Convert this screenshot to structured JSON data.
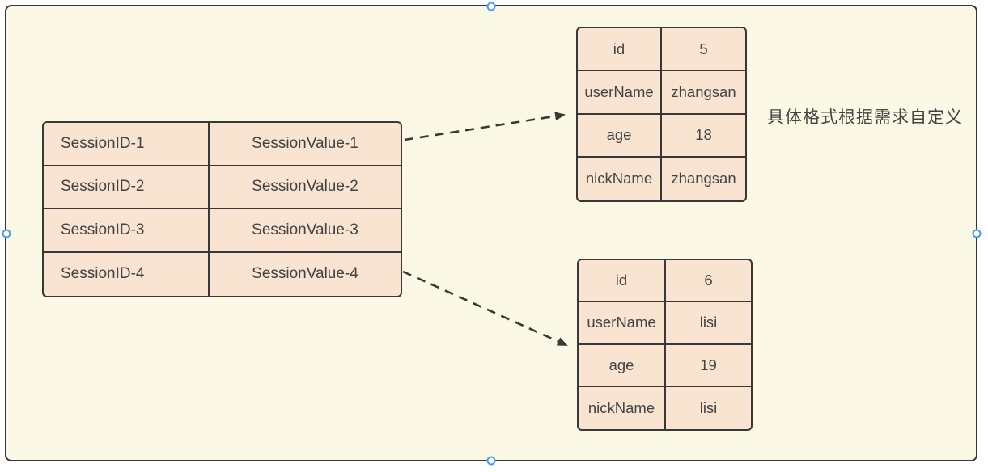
{
  "colors": {
    "canvas_background": "#ffffff",
    "frame_fill": "#fcf8e6",
    "cell_fill": "#f9e4d2",
    "stroke": "#383838",
    "selection_handle_blue": "#4a9af5",
    "text": "#434343"
  },
  "session_table": {
    "rows": [
      {
        "id": "SessionID-1",
        "value": "SessionValue-1"
      },
      {
        "id": "SessionID-2",
        "value": "SessionValue-2"
      },
      {
        "id": "SessionID-3",
        "value": "SessionValue-3"
      },
      {
        "id": "SessionID-4",
        "value": "SessionValue-4"
      }
    ]
  },
  "user_object_1": {
    "rows": [
      {
        "key": "id",
        "value": "5"
      },
      {
        "key": "userName",
        "value": "zhangsan"
      },
      {
        "key": "age",
        "value": "18"
      },
      {
        "key": "nickName",
        "value": "zhangsan"
      }
    ]
  },
  "user_object_2": {
    "rows": [
      {
        "key": "id",
        "value": "6"
      },
      {
        "key": "userName",
        "value": "lisi"
      },
      {
        "key": "age",
        "value": "19"
      },
      {
        "key": "nickName",
        "value": "lisi"
      }
    ]
  },
  "annotation": {
    "text": "具体格式根据需求自定义"
  }
}
